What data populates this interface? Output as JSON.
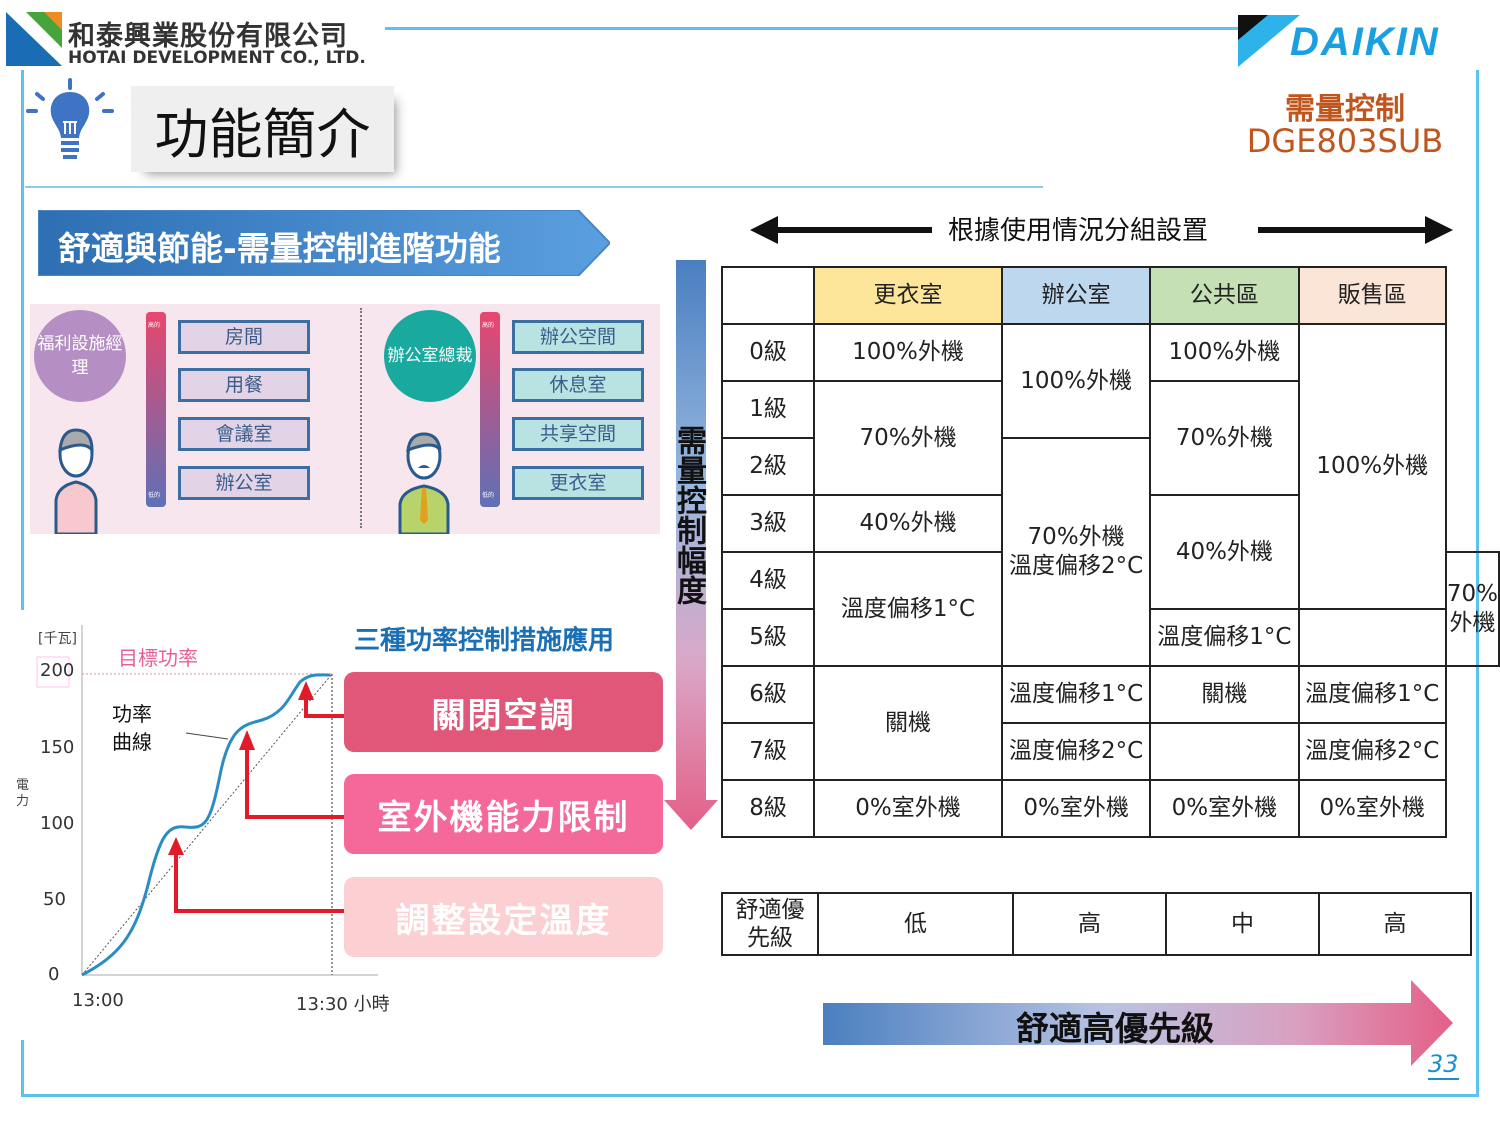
{
  "header": {
    "company_cn": "和泰興業股份有限公司",
    "company_en": "HOTAI DEVELOPMENT CO., LTD.",
    "title": "功能簡介",
    "brand": "DAIKIN",
    "product_name": "需量控制",
    "product_model": "DGE803SUB"
  },
  "banner": "舒適與節能-需量控制進階功能",
  "illustration": {
    "left": {
      "role": "福利設施經理",
      "high": "高的",
      "low": "低的",
      "items": [
        "房間",
        "用餐",
        "會議室",
        "辦公室"
      ]
    },
    "right": {
      "role": "辦公室總裁",
      "high": "高的",
      "low": "低的",
      "items": [
        "辦公空間",
        "休息室",
        "共享空間",
        "更衣室"
      ]
    }
  },
  "chart": {
    "unit": "[千瓦]",
    "ylabel": "電力",
    "target_label": "目標功率",
    "curve_label": "功率曲線",
    "y_ticks": [
      "200",
      "150",
      "100",
      "50",
      "0"
    ],
    "x_ticks": [
      "13:00",
      "13:30 小時"
    ]
  },
  "measures": {
    "title": "三種功率控制措施應用",
    "items": [
      "關閉空調",
      "室外機能力限制",
      "調整設定溫度"
    ]
  },
  "vertical_arrow": "需量控制幅度",
  "group_arrow": "根據使用情況分組設置",
  "table": {
    "headers": [
      "",
      "更衣室",
      "辦公室",
      "公共區",
      "販售區"
    ],
    "header_colors": [
      "#ffffff",
      "#fde59a",
      "#bdd7ee",
      "#c5e0b4",
      "#fbe5d6"
    ],
    "rows": [
      [
        "0級",
        "100%外機",
        "100%外機",
        "100%外機",
        "100%外機"
      ],
      [
        "1級",
        "70%外機",
        "70%外機"
      ],
      [
        "2級",
        "70%外機\n溫度偏移2°C"
      ],
      [
        "3級",
        "40%外機",
        "40%外機"
      ],
      [
        "4級",
        "溫度偏移1°C",
        "70%外機"
      ],
      [
        "5級",
        "溫度偏移1°C"
      ],
      [
        "6級",
        "關機",
        "溫度偏移1°C",
        "關機",
        "溫度偏移1°C"
      ],
      [
        "7級",
        "溫度偏移2°C",
        "",
        "溫度偏移2°C"
      ],
      [
        "8級",
        "0%室外機",
        "0%室外機",
        "0%室外機",
        "0%室外機"
      ]
    ]
  },
  "priority": {
    "label": "舒適優先級",
    "values": [
      "低",
      "高",
      "中",
      "高"
    ]
  },
  "bottom_arrow": "舒適高優先級",
  "page_number": "33"
}
